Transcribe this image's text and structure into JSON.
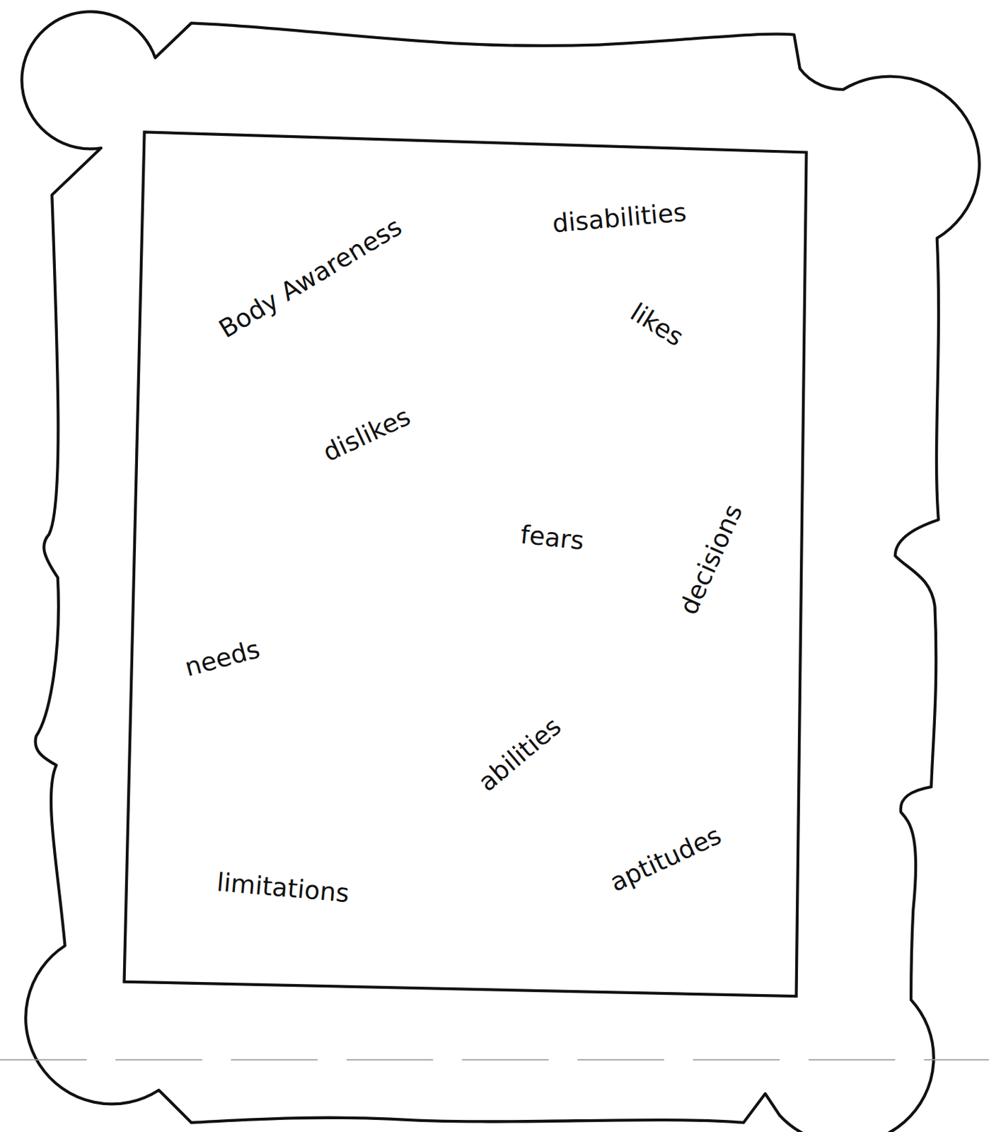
{
  "diagram": {
    "labels": [
      "Body Awareness",
      "disabilities",
      "likes",
      "dislikes",
      "fears",
      "decisions",
      "needs",
      "abilities",
      "aptitudes",
      "limitations"
    ]
  }
}
